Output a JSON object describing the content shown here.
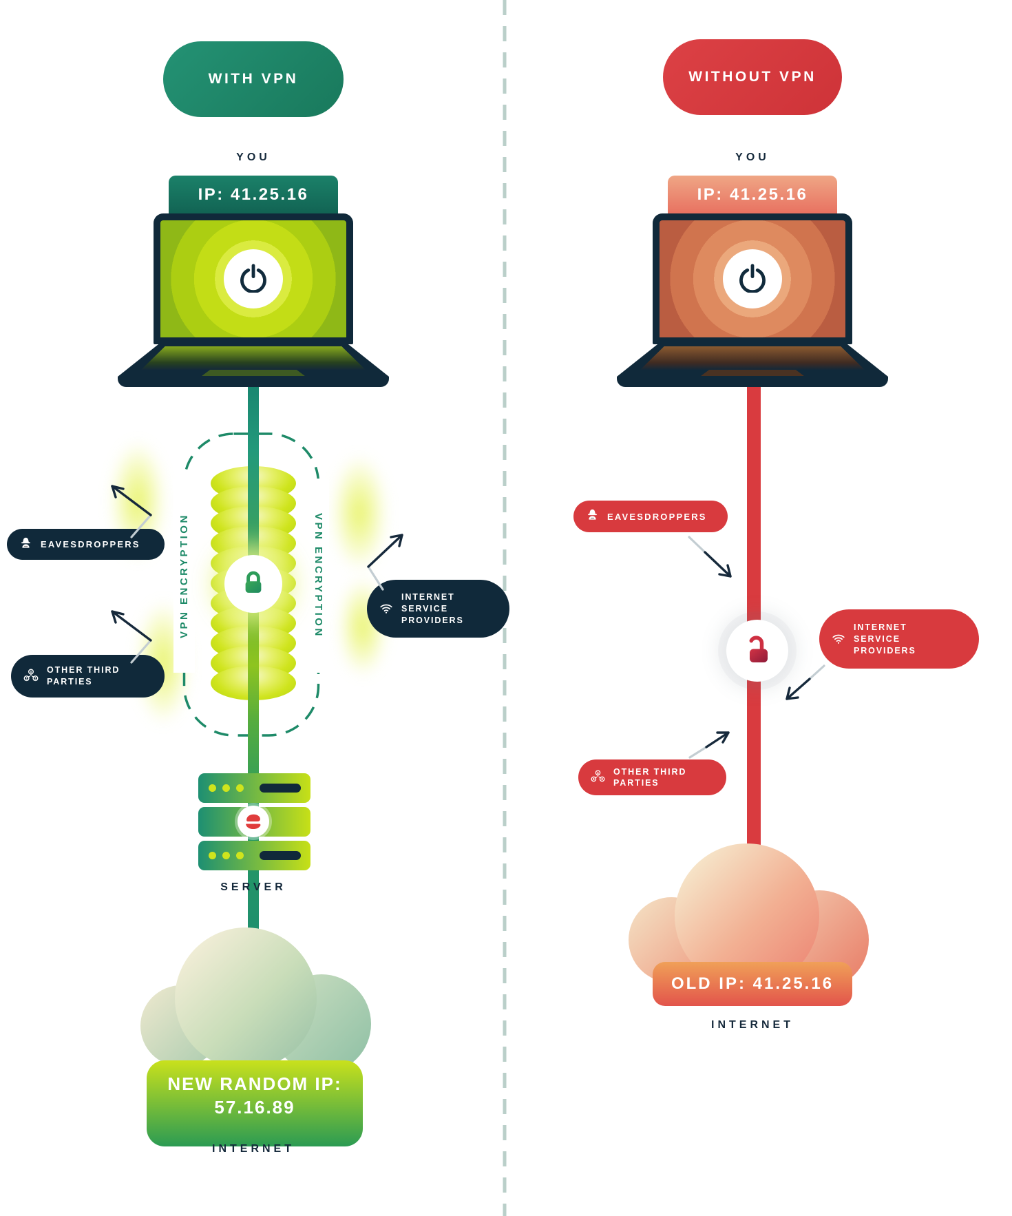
{
  "left": {
    "header": "WITH VPN",
    "you": "YOU",
    "ip": "IP: 41.25.16",
    "encryption_left": "VPN ENCRYPTION",
    "encryption_right": "VPN ENCRYPTION",
    "eavesdroppers": "EAVESDROPPERS",
    "other_third_parties": {
      "line1": "OTHER THIRD",
      "line2": "PARTIES"
    },
    "isp": {
      "line1": "INTERNET",
      "line2": "SERVICE",
      "line3": "PROVIDERS"
    },
    "server": "SERVER",
    "new_ip": {
      "line1": "NEW RANDOM IP:",
      "line2": "57.16.89"
    },
    "internet": "INTERNET"
  },
  "right": {
    "header": "WITHOUT VPN",
    "you": "YOU",
    "ip": "IP: 41.25.16",
    "eavesdroppers": "EAVESDROPPERS",
    "isp": {
      "line1": "INTERNET",
      "line2": "SERVICE",
      "line3": "PROVIDERS"
    },
    "other_third_parties": {
      "line1": "OTHER THIRD",
      "line2": "PARTIES"
    },
    "old_ip": "OLD IP: 41.25.16",
    "internet": "INTERNET"
  },
  "colors": {
    "vpn_green": "#1E8A68",
    "lime": "#C3DC12",
    "alert_red": "#D83A3E",
    "navy": "#10293A",
    "teal_line": "#1F8F74",
    "separator": "#BACFC9",
    "cloud_sage": "#9CC3A8",
    "cloud_salmon": "#EC8573"
  },
  "icons": {
    "power": "power-icon",
    "closed_lock": "lock-closed-icon",
    "open_lock": "lock-open-icon",
    "spy": "spy-icon",
    "group": "group-icon",
    "wifi": "wifi-icon",
    "server_logo": "expressvpn-logo-icon"
  }
}
